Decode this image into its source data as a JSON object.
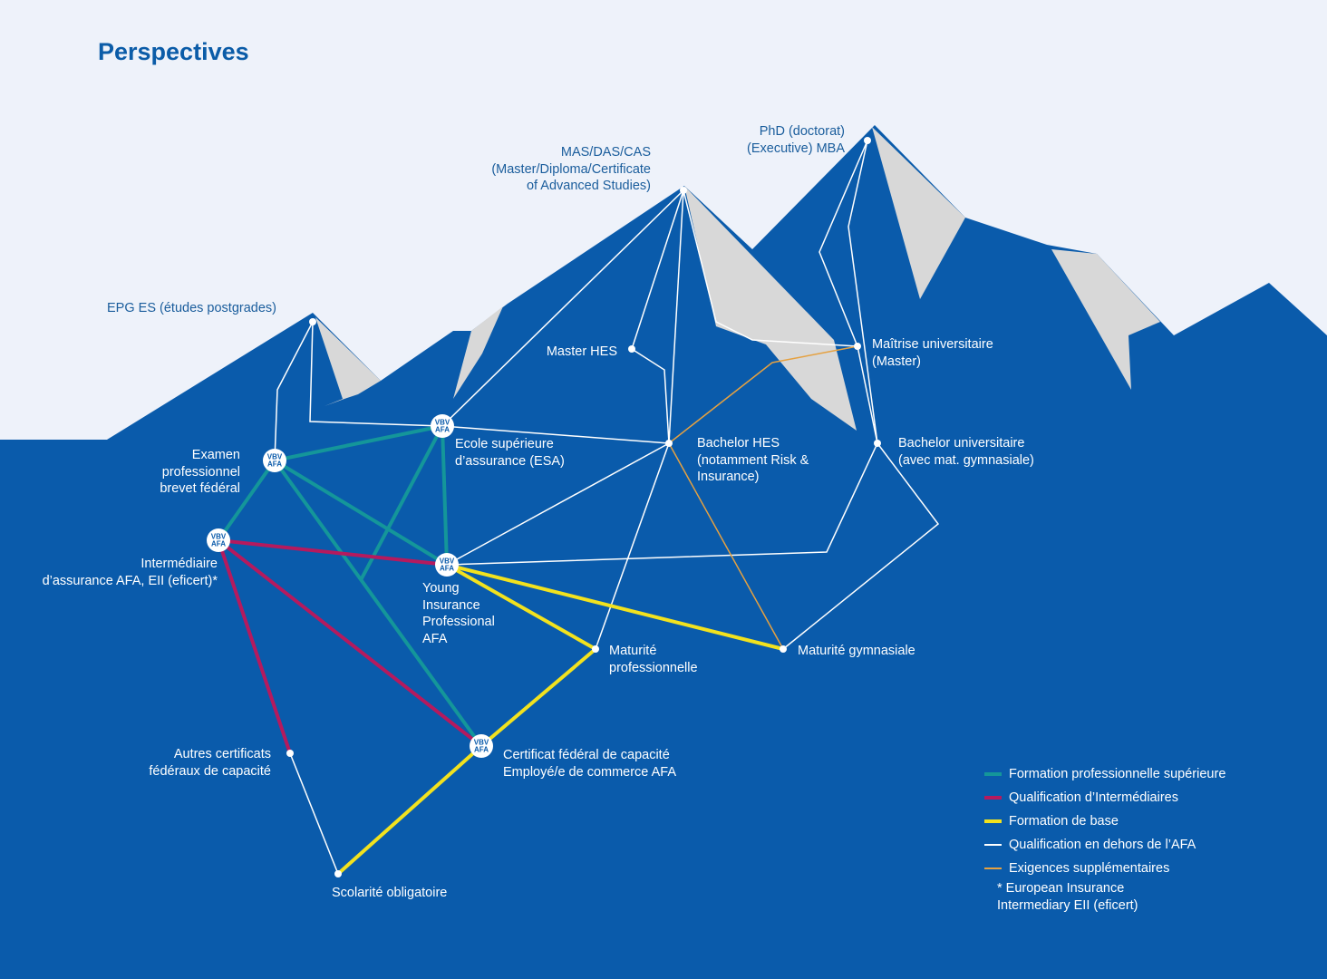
{
  "title": "Perspectives",
  "colors": {
    "background": "#eef2fa",
    "mountain": "#0a5bab",
    "snow": "#d8d8d8",
    "formation_professionnelle_superieure": "#14969a",
    "qualification_intermediaires": "#b51a5e",
    "formation_de_base": "#f2e21e",
    "qualification_hors_afa": "#ffffff",
    "exigences_supplementaires": "#e5a141"
  },
  "badge": {
    "line1": "VBV",
    "line2": "AFA"
  },
  "nodes": {
    "phd": "PhD (doctorat)\n(Executive) MBA",
    "mas": "MAS/DAS/CAS\n(Master/Diploma/Certificate\nof Advanced Studies)",
    "epg": "EPG ES (études postgrades)",
    "master_hes": "Master HES",
    "maitrise": "Maîtrise universitaire\n(Master)",
    "examen": "Examen\nprofessionnel\nbrevet fédéral",
    "esa": "Ecole supérieure\nd’assurance (ESA)",
    "bachelor_hes": "Bachelor HES\n(notamment Risk &\nInsurance)",
    "bachelor_uni": "Bachelor universitaire\n(avec mat. gymnasiale)",
    "intermediaire": "Intermédiaire\nd’assurance AFA, EII (eficert)*",
    "yip": "Young\nInsurance\nProfessional\nAFA",
    "maturite_pro": "Maturité\nprofessionnelle",
    "maturite_gym": "Maturité gymnasiale",
    "autres": "Autres certificats\nfédéraux de capacité",
    "cfc": "Certificat fédéral de capacité\nEmployé/e de commerce AFA",
    "scolarite": "Scolarité obligatoire"
  },
  "legend": [
    {
      "label": "Formation professionnelle supérieure",
      "color": "#14969a"
    },
    {
      "label": "Qualification d’Intermédiaires",
      "color": "#b51a5e"
    },
    {
      "label": "Formation de base",
      "color": "#f2e21e"
    },
    {
      "label": "Qualification en dehors de l’AFA",
      "color": "#ffffff"
    },
    {
      "label": "Exigences supplémentaires",
      "color": "#e5a141"
    }
  ],
  "footnote": "* European Insurance\n   Intermediary EII (eficert)"
}
